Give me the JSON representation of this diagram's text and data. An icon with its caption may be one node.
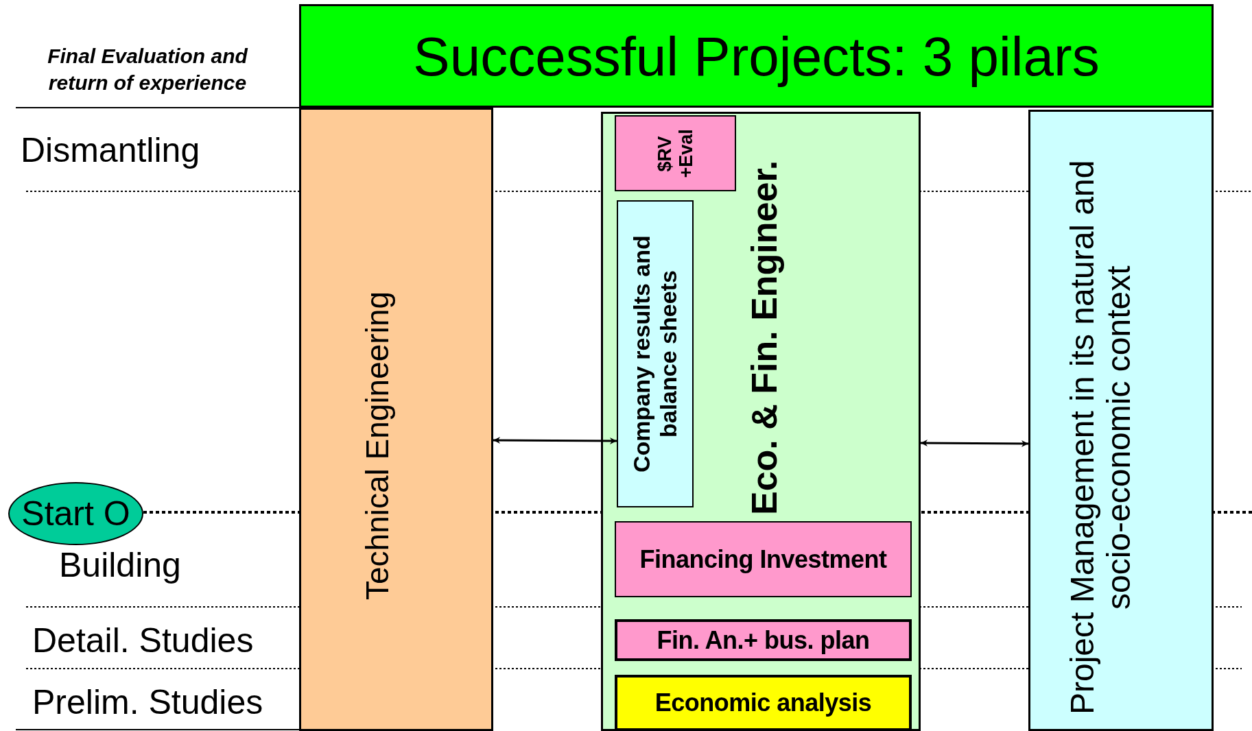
{
  "diagram": {
    "nodes": [
      {
        "text": [
          "Successful Projects: 3 pilars"
        ]
      },
      {
        "text": [
          "Technical Engineering"
        ]
      },
      {
        "text": [
          "Eco. & Fin. Engineer."
        ]
      },
      {
        "text": [
          "$RV +Eval"
        ],
        "in": 2
      },
      {
        "text": [
          "Company results and balance sheets"
        ],
        "in": 2
      },
      {
        "text": [
          "Financing Investment"
        ],
        "in": 2
      },
      {
        "text": [
          "Fin. An.+ bus. plan"
        ],
        "in": 2
      },
      {
        "text": [
          "Economic analysis"
        ],
        "in": 2
      },
      {
        "text": [
          "Project Management in its natural and socio-economic context"
        ]
      },
      {
        "text": [
          "Start O"
        ]
      }
    ],
    "edges": [
      {
        "from": 1,
        "to": 4,
        "arrow": "both"
      },
      {
        "from": 2,
        "to": 8,
        "arrow": "both"
      }
    ],
    "labels": [
      "Final Evaluation and return of experience",
      "Dismantling",
      "Building",
      "Detail. Studies",
      "Prelim. Studies"
    ]
  }
}
